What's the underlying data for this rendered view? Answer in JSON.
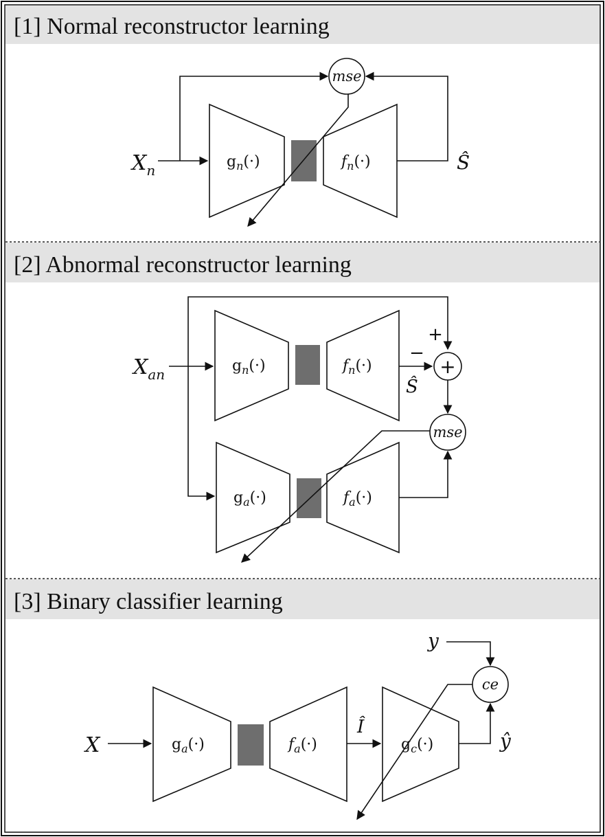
{
  "sections": [
    {
      "label": "[1] Normal reconstructor learning"
    },
    {
      "label": "[2] Abnormal reconstructor learning"
    },
    {
      "label": "[3] Binary classifier learning"
    }
  ],
  "panel1": {
    "input_base": "X",
    "input_sub": "n",
    "output_label": "Ŝ",
    "loss_label": "mse",
    "encoder_base": "g",
    "encoder_sub": "n",
    "encoder_arg": "(·)",
    "decoder_base": "f",
    "decoder_sub": "n",
    "decoder_arg": "(·)"
  },
  "panel2": {
    "input_base": "X",
    "input_sub": "an",
    "output_label": "Ŝ",
    "plus_sign": "+",
    "minus_sign": "−",
    "sum_symbol": "+",
    "loss_label": "mse",
    "top_encoder_base": "g",
    "top_encoder_sub": "n",
    "top_encoder_arg": "(·)",
    "top_decoder_base": "f",
    "top_decoder_sub": "n",
    "top_decoder_arg": "(·)",
    "bottom_encoder_base": "g",
    "bottom_encoder_sub": "a",
    "bottom_encoder_arg": "(·)",
    "bottom_decoder_base": "f",
    "bottom_decoder_sub": "a",
    "bottom_decoder_arg": "(·)"
  },
  "panel3": {
    "input_label": "X",
    "recon_label": "Î",
    "target_label": "y",
    "pred_label": "ŷ",
    "loss_label": "ce",
    "encoder_base": "g",
    "encoder_sub": "a",
    "encoder_arg": "(·)",
    "decoder_base": "f",
    "decoder_sub": "a",
    "decoder_arg": "(·)",
    "classifier_base": "g",
    "classifier_sub": "c",
    "classifier_arg": "(·)"
  }
}
